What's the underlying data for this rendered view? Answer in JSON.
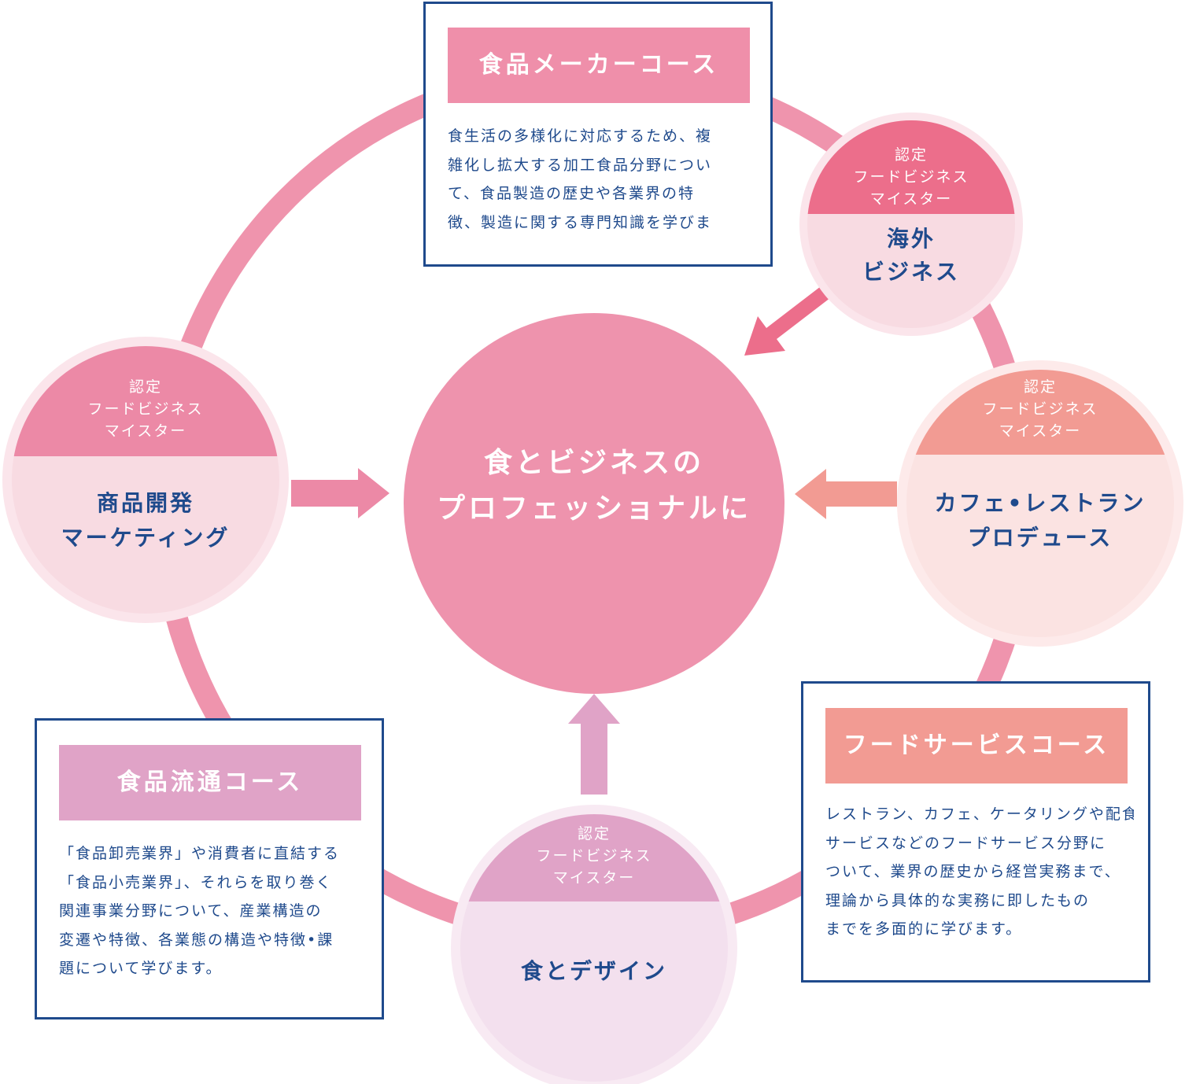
{
  "colors": {
    "ring": "#ef94ad",
    "center": "#ee93ad",
    "navy": "#1f4a8c",
    "pink_dark": "#ec6e8b",
    "salmon": "#f29b93",
    "mauve": "#e0a3c7",
    "pale_pink": "#f8dbe2",
    "pale_mauve": "#f3e0ee"
  },
  "center": {
    "lines": [
      "食とビジネスの",
      "プロフェッショナルに"
    ]
  },
  "cert": {
    "lines": [
      "認定",
      "フードビジネス",
      "マイスター"
    ]
  },
  "nodes": {
    "overseas": {
      "lines": [
        "海外",
        "ビジネス"
      ]
    },
    "product_dev": {
      "lines": [
        "商品開発",
        "マーケティング"
      ]
    },
    "cafe": {
      "lines": [
        "カフェ•レストラン",
        "プロデュース"
      ]
    },
    "food_design": {
      "lines": [
        "食とデザイン"
      ]
    }
  },
  "courses": {
    "maker": {
      "title": "食品メーカーコース",
      "lines": [
        "食生活の多様化に対応するため、複",
        "雑化し拡大する加工食品分野につい",
        "て、食品製造の歴史や各業界の特",
        "徴、製造に関する専門知識を学びま"
      ]
    },
    "distribution": {
      "title": "食品流通コース",
      "lines": [
        "「食品卸売業界」や消費者に直結する",
        "「食品小売業界」、それらを取り巻く",
        "関連事業分野について、産業構造の",
        "変遷や特徴、各業態の構造や特徴•課",
        "題について学びます。"
      ]
    },
    "foodservice": {
      "title": "フードサービスコース",
      "lines": [
        "レストラン、カフェ、ケータリングや配食",
        "サービスなどのフードサービス分野に",
        "ついて、業界の歴史から経営実務まで、",
        "理論から具体的な実務に即したもの",
        "までを多面的に学びます。"
      ]
    }
  }
}
